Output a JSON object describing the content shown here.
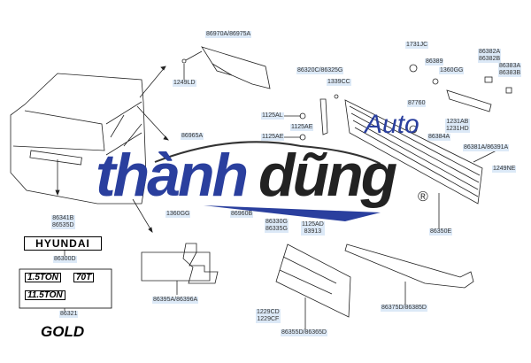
{
  "labels": {
    "l86970": "86970A/86975A",
    "l1249LD": "1249LD",
    "l86320": "86320C/86325G",
    "l1339CC": "1339CC",
    "l1125AL": "1125AL",
    "l1125AE_a": "1125AE",
    "l1125AE_b": "1125AE",
    "l1731JC": "1731JC",
    "l86389": "86389",
    "l1360GG_r": "1360GG",
    "l86382": "86382A\n86382B",
    "l86383": "86383A\n86383B",
    "l87760": "87760",
    "l1231": "1231AB\n1231HD",
    "l86384A": "86384A",
    "l86381": "86381A/86391A",
    "l1249NE": "1249NE",
    "l86965A": "86965A",
    "l1360GG_l": "1360GG",
    "l86960B": "86960B",
    "l86330": "86330G\n86335G",
    "l1125AD": "1125AD\n83913",
    "l86350E": "86350E",
    "l86341": "86341B\n86535D",
    "l86300D": "86300D",
    "l86321": "86321",
    "l86395": "86395A/86396A",
    "l1229": "1229CD\n1229CF",
    "l86355": "86355D/86365D",
    "l86375": "86375D/86385D"
  },
  "emblems": {
    "hyundai": "HYUNDAI",
    "ton15": "1.5TON",
    "t70": "70T",
    "ton115": "11.5TON",
    "gold": "GOLD"
  },
  "watermark": {
    "text_main": "thành",
    "text_second": "dũng",
    "text_auto": "Auto",
    "registered": "®",
    "colors": {
      "blue": "#2a3f9e",
      "dark": "#222222"
    }
  }
}
